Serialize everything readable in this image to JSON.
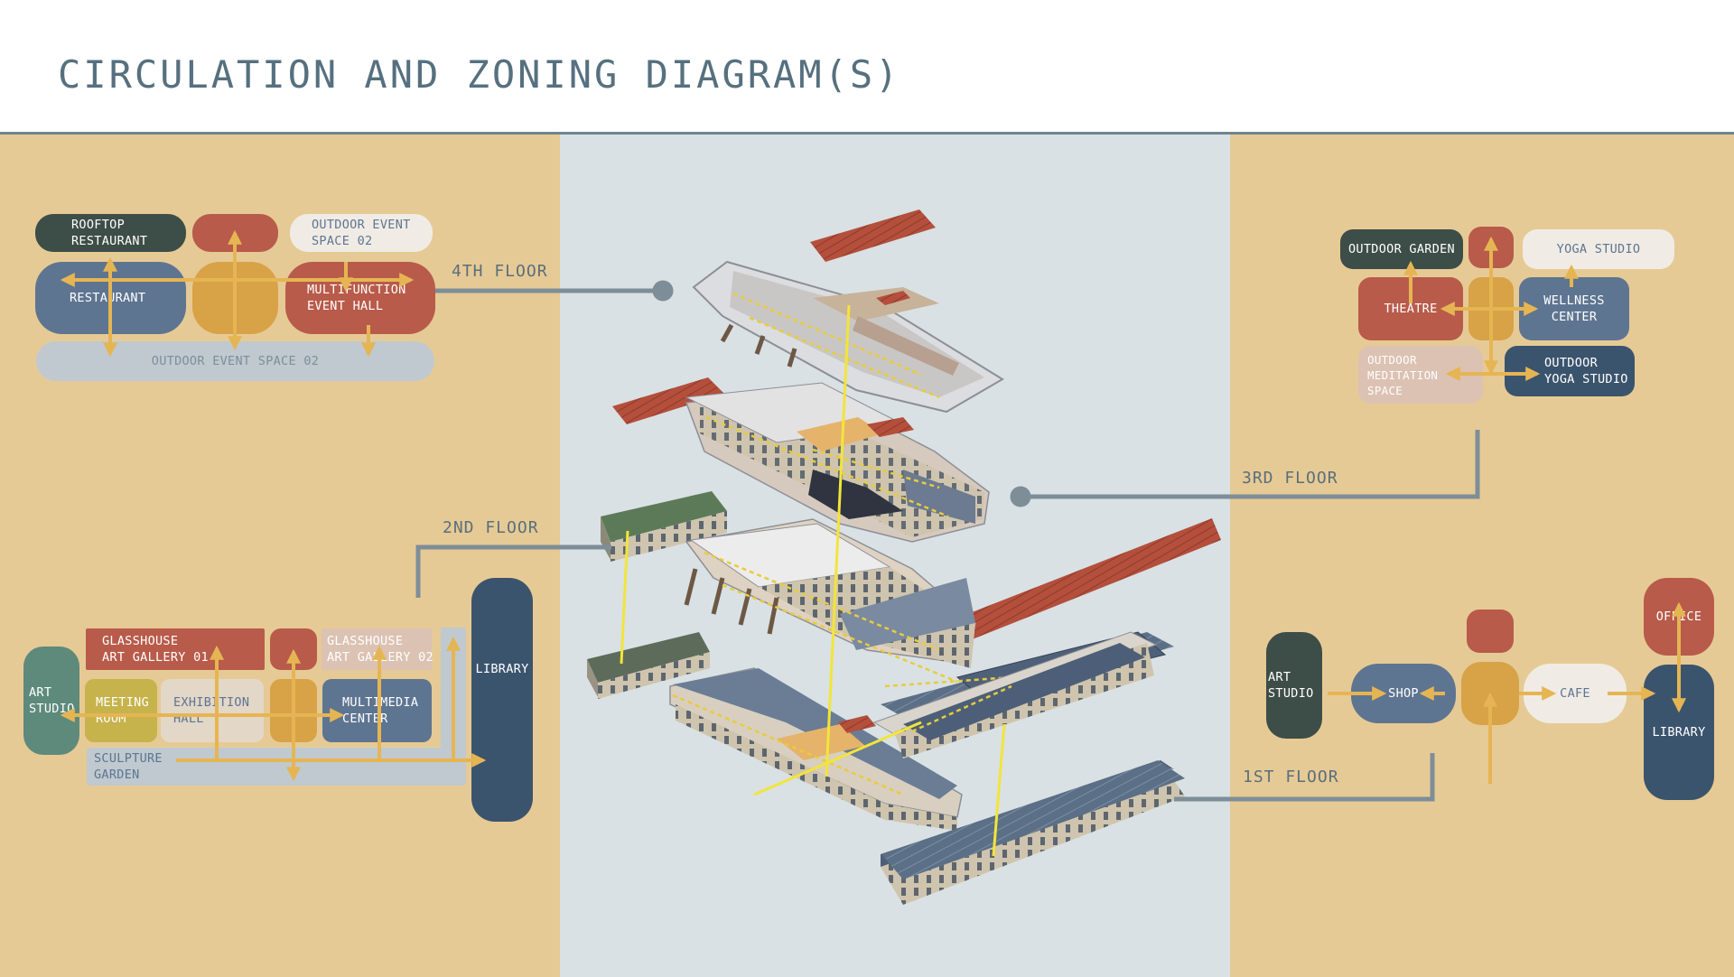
{
  "title": "CIRCULATION AND ZONING DIAGRAM(S)",
  "colors": {
    "tan": "#e6ca95",
    "slate": "#5e7591",
    "navy": "#3b546d",
    "terracotta": "#b85b4a",
    "mustard": "#d8a247",
    "dark_green": "#3d4d48",
    "cream": "#f0ece5",
    "pale_blue": "#bfc9cf",
    "teal": "#5e8a7c",
    "olive": "#c6b34b",
    "blush": "#dcc2b2",
    "arrow": "#e6b553",
    "connector": "#7d8e99"
  },
  "floors": {
    "fourth": {
      "label": "4TH FLOOR",
      "rooftop_restaurant": "ROOFTOP\nRESTAURANT",
      "outdoor_event_space_top": "OUTDOOR EVENT\nSPACE 02",
      "restaurant": "RESTAURANT",
      "multifunction_hall": "MULTIFUNCTION\nEVENT HALL",
      "outdoor_event_space_bottom": "OUTDOOR EVENT SPACE 02"
    },
    "third": {
      "label": "3RD FLOOR",
      "outdoor_garden": "OUTDOOR GARDEN",
      "yoga_studio": "YOGA STUDIO",
      "theatre": "THEATRE",
      "wellness_center": "WELLNESS\nCENTER",
      "outdoor_meditation": "OUTDOOR\nMEDITATION\nSPACE",
      "outdoor_yoga": "OUTDOOR\nYOGA STUDIO"
    },
    "second": {
      "label": "2ND FLOOR",
      "glasshouse_01": "GLASSHOUSE\nART GALLERY 01",
      "glasshouse_02": "GLASSHOUSE\nART GALLERY 02",
      "art_studio": "ART\nSTUDIO",
      "meeting_room": "MEETING\nROOM",
      "exhibition_hall": "EXHIBITION\nHALL",
      "multimedia_center": "MULTIMEDIA\nCENTER",
      "sculpture_garden": "SCULPTURE\nGARDEN",
      "library": "LIBRARY"
    },
    "first": {
      "label": "1ST FLOOR",
      "art_studio": "ART\nSTUDIO",
      "shop": "SHOP",
      "cafe": "CAFE",
      "office": "OFFICE",
      "library": "LIBRARY"
    }
  }
}
